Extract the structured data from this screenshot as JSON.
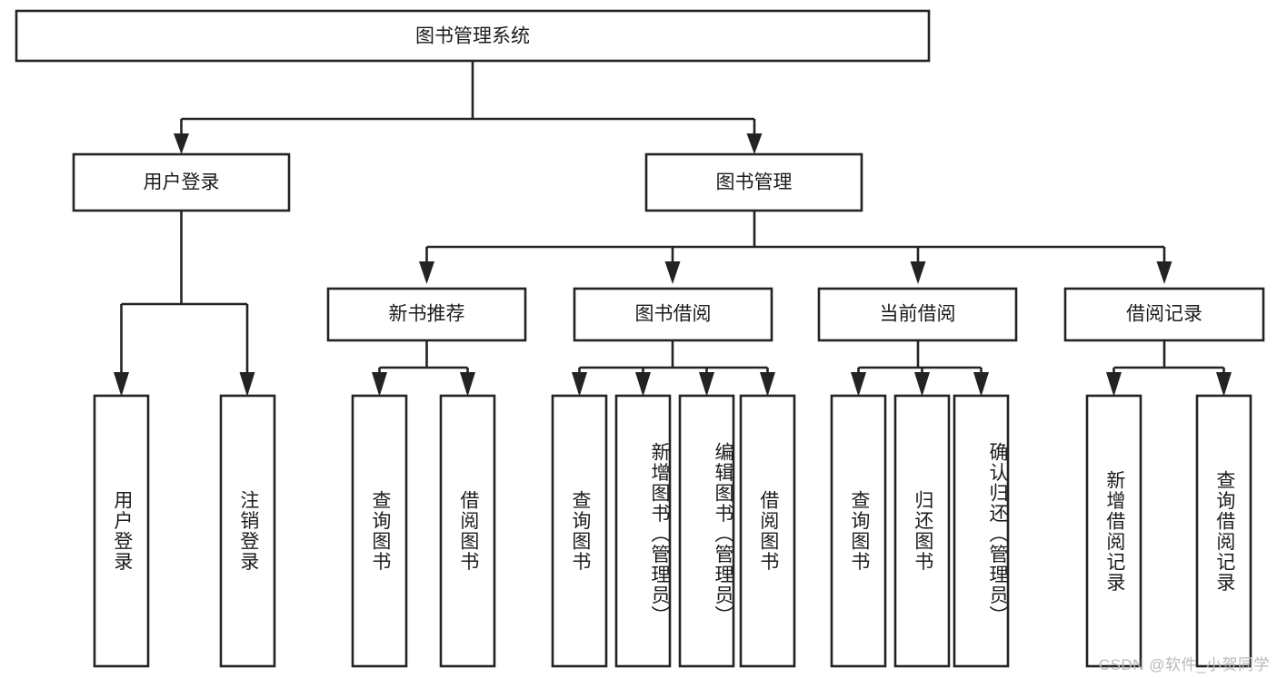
{
  "diagram": {
    "title": "图书管理系统",
    "type": "tree-hierarchy-chart",
    "root": {
      "label": "图书管理系统"
    },
    "level2": [
      {
        "label": "用户登录"
      },
      {
        "label": "图书管理"
      }
    ],
    "level3": [
      {
        "label": "新书推荐"
      },
      {
        "label": "图书借阅"
      },
      {
        "label": "当前借阅"
      },
      {
        "label": "借阅记录"
      }
    ],
    "leaves": {
      "user_login": [
        {
          "label": "用户登录"
        },
        {
          "label": "注销登录"
        }
      ],
      "new_book_recommend": [
        {
          "label": "查询图书"
        },
        {
          "label": "借阅图书"
        }
      ],
      "book_borrow": [
        {
          "label": "查询图书"
        },
        {
          "label": "新增图书（管理员）"
        },
        {
          "label": "编辑图书（管理员）"
        },
        {
          "label": "借阅图书"
        }
      ],
      "current_borrow": [
        {
          "label": "查询图书"
        },
        {
          "label": "归还图书"
        },
        {
          "label": "确认归还（管理员）"
        }
      ],
      "borrow_record": [
        {
          "label": "新增借阅记录"
        },
        {
          "label": "查询借阅记录"
        }
      ]
    }
  },
  "watermark": {
    "text": "CSDN @软件_小贺同学"
  },
  "colors": {
    "stroke": "#232323",
    "background": "#ffffff",
    "text": "#1c1c1c",
    "watermark": "#b9b9b9"
  }
}
